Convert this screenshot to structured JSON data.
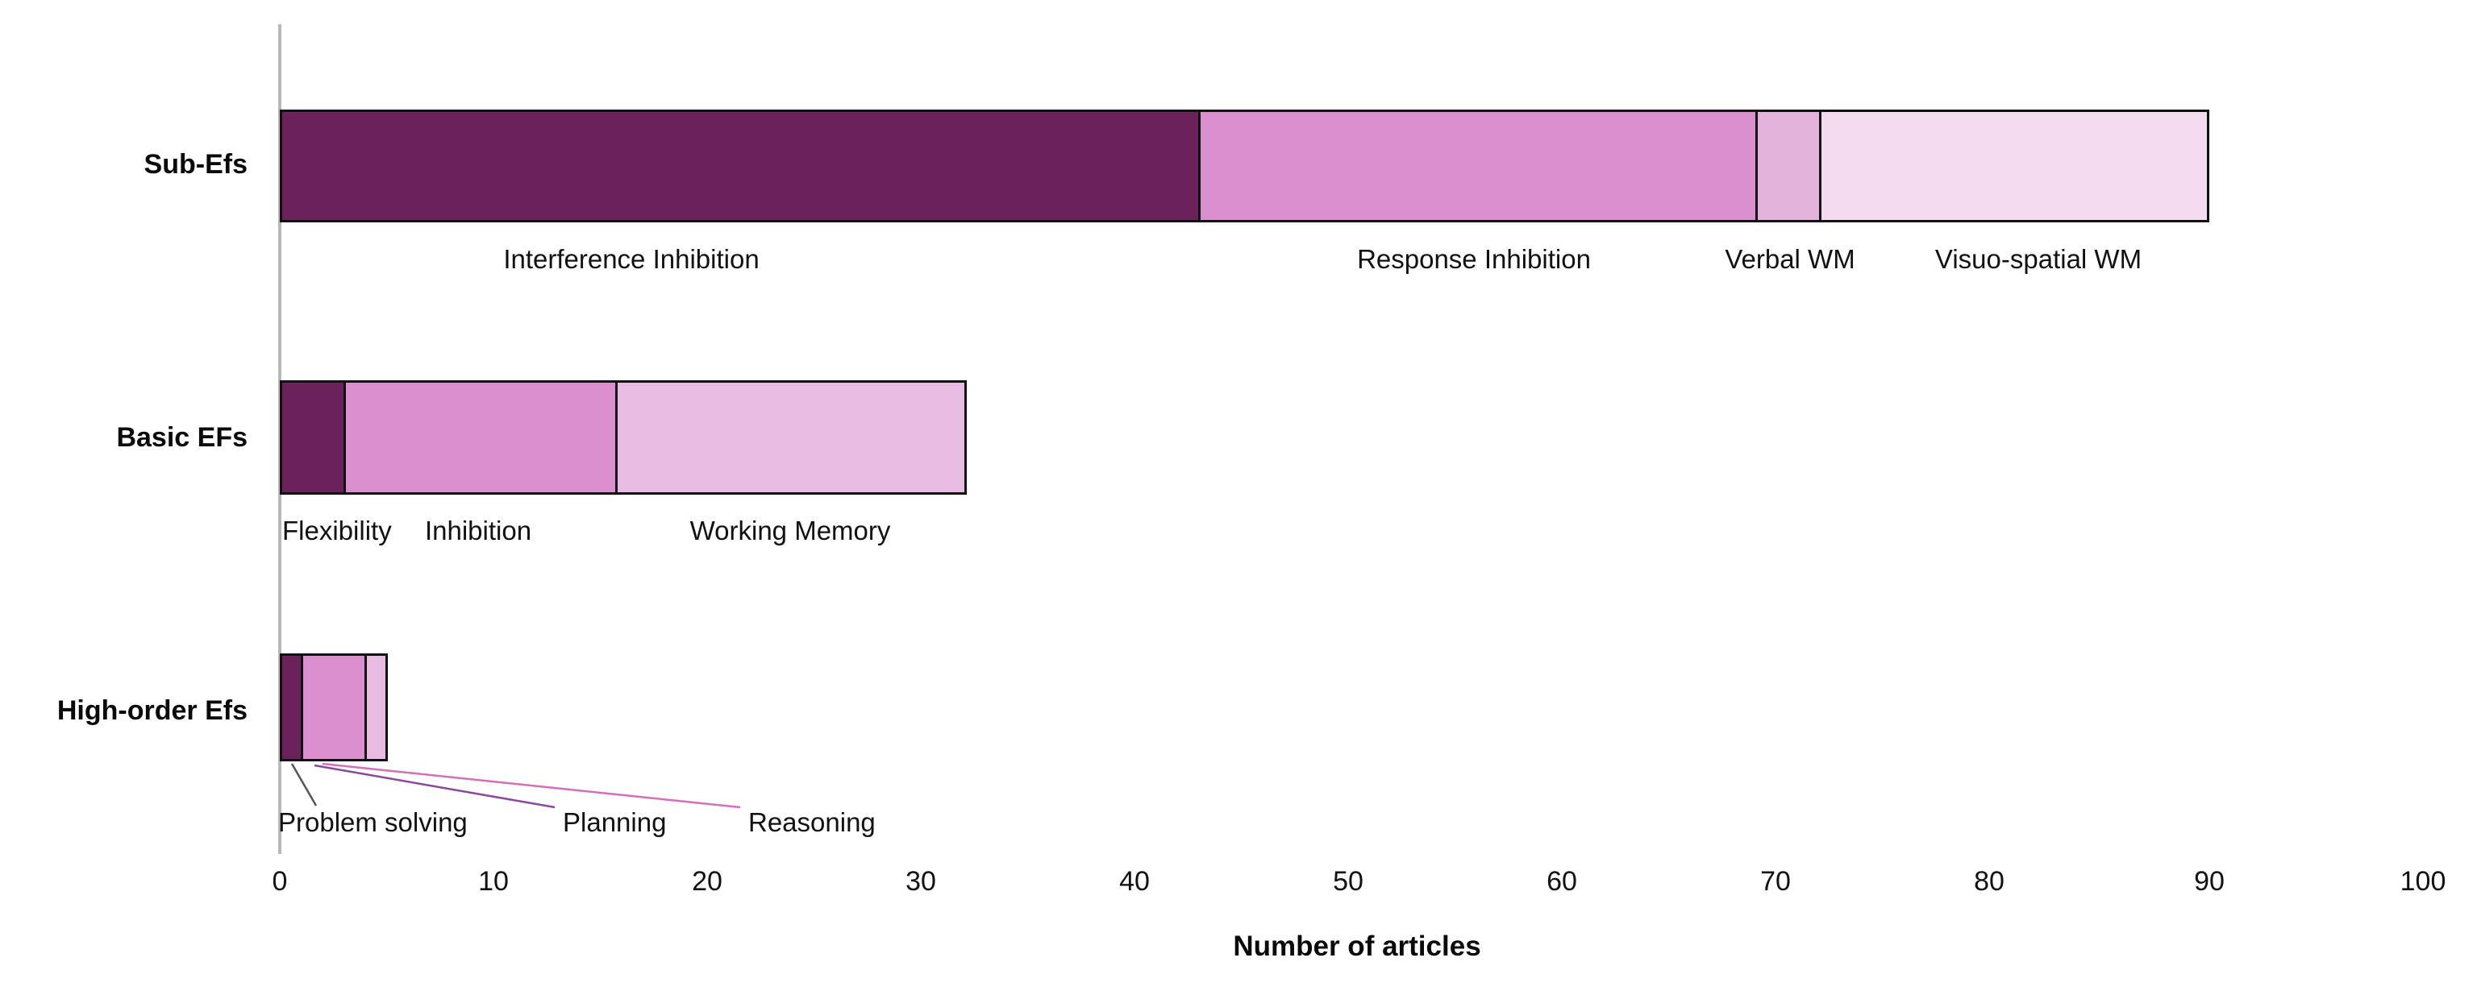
{
  "chart_data": {
    "type": "bar",
    "orientation": "horizontal",
    "stacked": true,
    "title": "",
    "xlabel": "Number of articles",
    "ylabel": "",
    "xlim": [
      0,
      100
    ],
    "xticks": [
      0,
      10,
      20,
      30,
      40,
      50,
      60,
      70,
      80,
      90,
      100
    ],
    "grid": false,
    "legend": "none (segments labelled directly)",
    "categories": [
      "High-order Efs",
      "Basic EFs",
      "Sub-Efs"
    ],
    "rows": [
      {
        "category": "Sub-Efs",
        "total": 90,
        "segments": [
          {
            "label": "Interference Inhibition",
            "value": 43,
            "start": 0,
            "end": 43,
            "color": "#6a225b"
          },
          {
            "label": "Response Inhibition",
            "value": 26,
            "start": 43,
            "end": 69,
            "color": "#dc8fce"
          },
          {
            "label": "Verbal WM",
            "value": 3,
            "start": 69,
            "end": 72,
            "color": "#e4b3dd"
          },
          {
            "label": "Visuo-spatial WM",
            "value": 18,
            "start": 72,
            "end": 90,
            "color": "#f4dcee"
          }
        ]
      },
      {
        "category": "Basic EFs",
        "total": 32,
        "segments": [
          {
            "label": "Flexibility",
            "value": 3,
            "start": 0,
            "end": 3,
            "color": "#6a225b"
          },
          {
            "label": "Inhibition",
            "value": 13,
            "start": 3,
            "end": 16,
            "color": "#dc8fce"
          },
          {
            "label": "Working Memory",
            "value": 16,
            "start": 16,
            "end": 32,
            "color": "#e8bbe2"
          }
        ]
      },
      {
        "category": "High-order Efs",
        "total": 5,
        "segments": [
          {
            "label": "Problem solving",
            "value": 1,
            "start": 0,
            "end": 1,
            "color": "#6a225b"
          },
          {
            "label": "Planning",
            "value": 3,
            "start": 1,
            "end": 4,
            "color": "#dc8fce"
          },
          {
            "label": "Reasoning",
            "value": 1,
            "start": 4,
            "end": 5,
            "color": "#e8bbe2"
          }
        ]
      }
    ]
  },
  "axis": {
    "x_title": "Number of articles",
    "ticks": [
      "0",
      "10",
      "20",
      "30",
      "40",
      "50",
      "60",
      "70",
      "80",
      "90",
      "100"
    ]
  },
  "categories": {
    "sub_efs": "Sub-Efs",
    "basic_efs": "Basic EFs",
    "high_order_efs": "High-order Efs"
  },
  "labels": {
    "interference_inhibition": "Interference Inhibition",
    "response_inhibition": "Response Inhibition",
    "verbal_wm": "Verbal WM",
    "visuo_spatial_wm": "Visuo-spatial WM",
    "flexibility": "Flexibility",
    "inhibition": "Inhibition",
    "working_memory": "Working Memory",
    "problem_solving": "Problem solving",
    "planning": "Planning",
    "reasoning": "Reasoning"
  },
  "colors": {
    "dark_purple": "#6a225b",
    "mid_pink": "#dc8fce",
    "light_pink": "#e8bbe2",
    "pale_pink": "#f4dcee",
    "outline": "#111111",
    "axis": "#b9b9b9",
    "leader_gray": "#555555",
    "leader_purple": "#8a4a9c",
    "leader_pink": "#d56fb8"
  }
}
